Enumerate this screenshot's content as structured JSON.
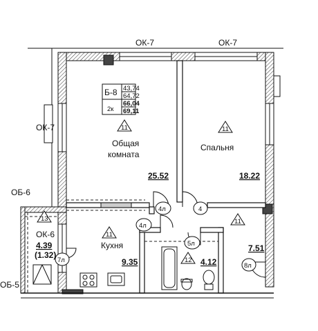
{
  "window_labels": {
    "top_left": "ОК-7",
    "top_right": "ОК-7",
    "left": "ОК-7",
    "balcony_top": "ОБ-6",
    "balcony_inner": "ОК-6",
    "bottom_left": "ОБ-5"
  },
  "apartment": {
    "section": "Б-8",
    "rooms_count": "2к",
    "area_1": "43,74",
    "area_2": "64,72",
    "area_3": "66,04",
    "area_4": "69,11"
  },
  "rooms": {
    "living": {
      "marker": "11",
      "name_line1": "Общая",
      "name_line2": "комната",
      "area": "25.52"
    },
    "bedroom": {
      "marker": "11",
      "name": "Спальня",
      "area": "18.22"
    },
    "kitchen": {
      "marker": "11",
      "name": "Кухня",
      "area": "9.35"
    },
    "hall": {
      "marker": "11",
      "area": "7.51"
    },
    "bath": {
      "marker": "12",
      "area": "4.12"
    },
    "balcony": {
      "marker": "13",
      "label": "ОК-6",
      "area": "4.39",
      "area_reduced": "(1.32)"
    }
  },
  "door_markers": [
    "4л",
    "4",
    "4л",
    "5л",
    "7л",
    "8л"
  ]
}
